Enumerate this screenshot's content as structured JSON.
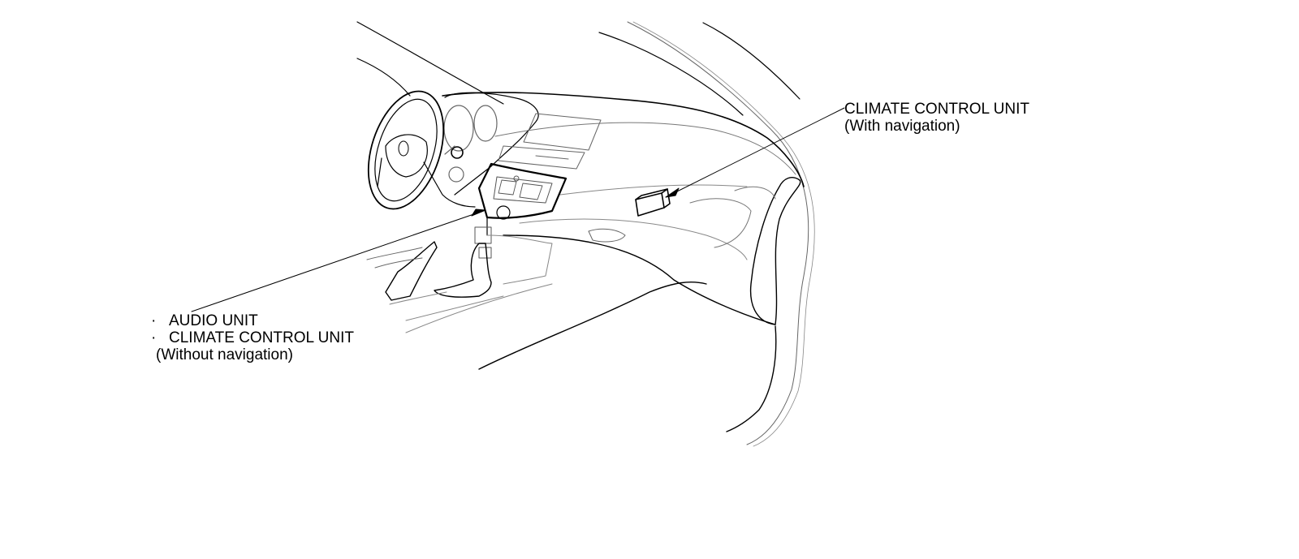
{
  "callouts": {
    "with_nav": {
      "line1": "CLIMATE CONTROL UNIT",
      "line2": "(With navigation)"
    },
    "without_nav": {
      "bullet": "·",
      "item1": "AUDIO UNIT",
      "item2": "CLIMATE CONTROL UNIT",
      "note": "(Without navigation)"
    }
  }
}
